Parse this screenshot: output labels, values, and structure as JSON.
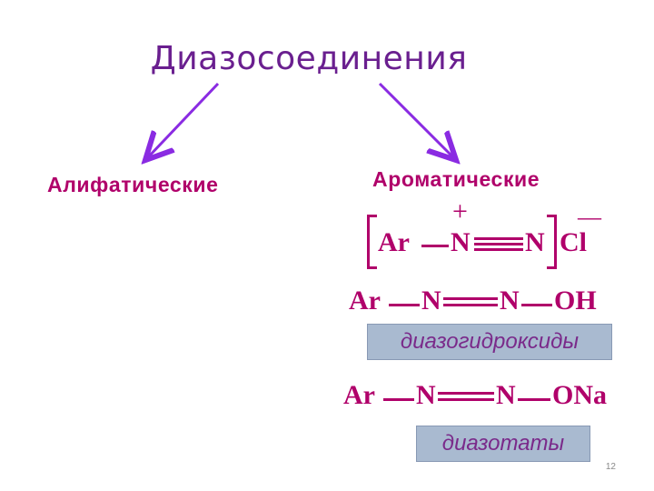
{
  "title": "Диазосоединения",
  "branches": {
    "left": "Алифатические",
    "right": "Ароматические"
  },
  "formulas": {
    "salt": {
      "ar": "Ar",
      "n1": "N",
      "n2": "N",
      "anion": "Cl",
      "plus": "+",
      "minus": "—"
    },
    "hydroxide": {
      "ar": "Ar",
      "n1": "N",
      "n2": "N",
      "group": "OH"
    },
    "diazotate": {
      "ar": "Ar",
      "n1": "N",
      "n2": "N",
      "group": "ONa"
    }
  },
  "labels": {
    "hydroxides": "диазогидроксиды",
    "diazotates": "диазотаты"
  },
  "page_number": "12",
  "colors": {
    "title": "#6a1f8f",
    "accent": "#b0006a",
    "arrow": "#8a2be2",
    "label_box": "#a9bad0"
  }
}
